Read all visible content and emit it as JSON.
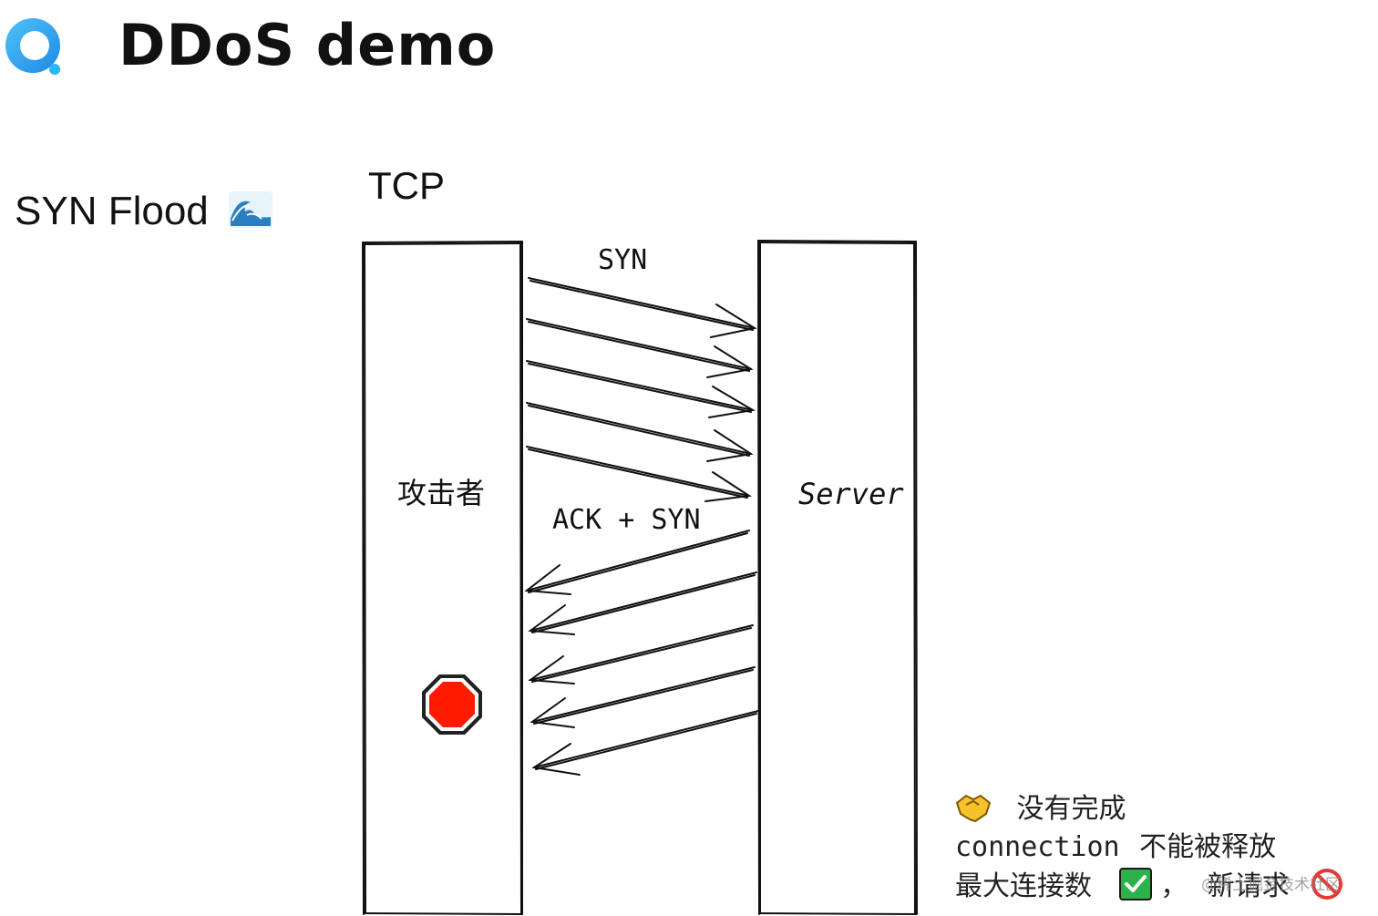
{
  "header": {
    "title": "DDoS demo"
  },
  "section": {
    "title": "SYN Flood",
    "emoji_icon": "water-wave-icon"
  },
  "diagram": {
    "protocol_label": "TCP",
    "attacker_label": "攻击者",
    "server_label": "Server",
    "syn_label": "SYN",
    "ack_syn_label": "ACK + SYN",
    "syn_arrow_count": 5,
    "ack_arrow_count": 5,
    "stop_icon": "stop-sign-icon"
  },
  "notes": {
    "line1_text": "没有完成",
    "line2_prefix": "connection",
    "line2_text": "不能被释放",
    "line3_text": "最大连接数",
    "line3_sep": "，",
    "line3_text2": "新请求",
    "icons": [
      "handshake-icon",
      "check-mark-button-icon",
      "prohibited-icon"
    ]
  },
  "watermark": {
    "text": "@稀土掘金技术社区"
  },
  "colors": {
    "logo_blue": "#1e88e5",
    "logo_cyan": "#4fc3f7",
    "stop_red": "#ff1a00",
    "check_green": "#2db14a",
    "handshake_yellow": "#f7c12a",
    "prohibited_red": "#e53935"
  }
}
